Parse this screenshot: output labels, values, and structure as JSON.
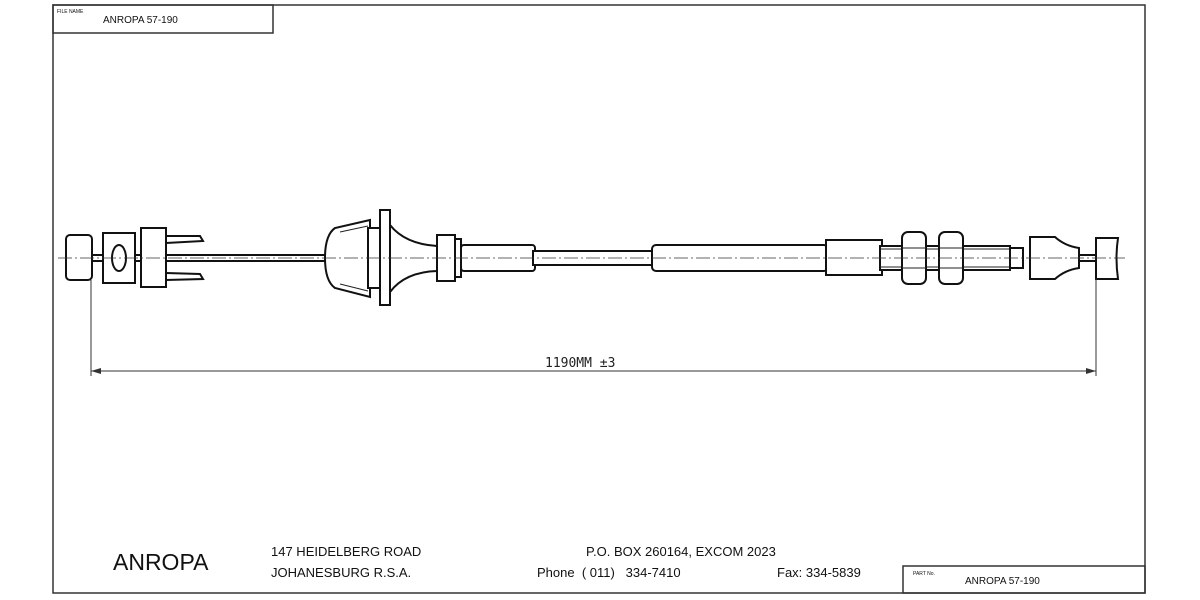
{
  "title_block": {
    "file_name_label": "FILE NAME",
    "file_name": "ANROPA 57-190",
    "part_no_label": "PART No.",
    "part_no": "ANROPA 57-190"
  },
  "drawing": {
    "dimension_label": "1190MM ±3"
  },
  "footer": {
    "company": "ANROPA",
    "address_line1": "147 HEIDELBERG ROAD",
    "address_line2": "JOHANESBURG R.S.A.",
    "po_box": "P.O. BOX 260164, EXCOM 2023",
    "phone": "Phone  ( 011)   334-7410",
    "fax": "Fax: 334-5839"
  }
}
